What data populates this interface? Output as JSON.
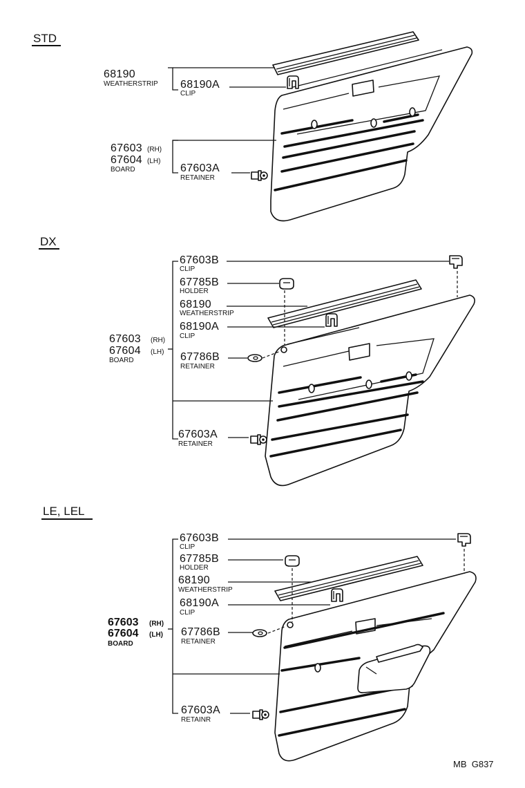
{
  "sections": {
    "std": {
      "title": "STD",
      "weatherstrip": {
        "number": "68190",
        "name": "WEATHERSTRIP"
      },
      "clip": {
        "number": "68190A",
        "name": "CLIP"
      },
      "board": {
        "number_rh": "67603",
        "rh": "(RH)",
        "number_lh": "67604",
        "lh": "(LH)",
        "name": "BOARD"
      },
      "retainer": {
        "number": "67603A",
        "name": "RETAINER"
      }
    },
    "dx": {
      "title": "DX",
      "clip_b": {
        "number": "67603B",
        "name": "CLIP"
      },
      "holder": {
        "number": "67785B",
        "name": "HOLDER"
      },
      "weatherstrip": {
        "number": "68190",
        "name": "WEATHERSTRIP"
      },
      "clip": {
        "number": "68190A",
        "name": "CLIP"
      },
      "board": {
        "number_rh": "67603",
        "rh": "(RH)",
        "number_lh": "67604",
        "lh": "(LH)",
        "name": "BOARD"
      },
      "retainer_b": {
        "number": "67786B",
        "name": "RETAINER"
      },
      "retainer": {
        "number": "67603A",
        "name": "RETAINER"
      }
    },
    "le": {
      "title": "LE, LEL",
      "clip_b": {
        "number": "67603B",
        "name": "CLIP"
      },
      "holder": {
        "number": "67785B",
        "name": "HOLDER"
      },
      "weatherstrip": {
        "number": "68190",
        "name": "WEATHERSTRIP"
      },
      "clip": {
        "number": "68190A",
        "name": "CLIP"
      },
      "board": {
        "number_rh": "67603",
        "rh": "(RH)",
        "number_lh": "67604",
        "lh": "(LH)",
        "name": "BOARD"
      },
      "retainer_b": {
        "number": "67786B",
        "name": "RETAINER"
      },
      "retainer": {
        "number": "67603A",
        "name": "RETAINR"
      }
    }
  },
  "reference_code": "MB  G837"
}
